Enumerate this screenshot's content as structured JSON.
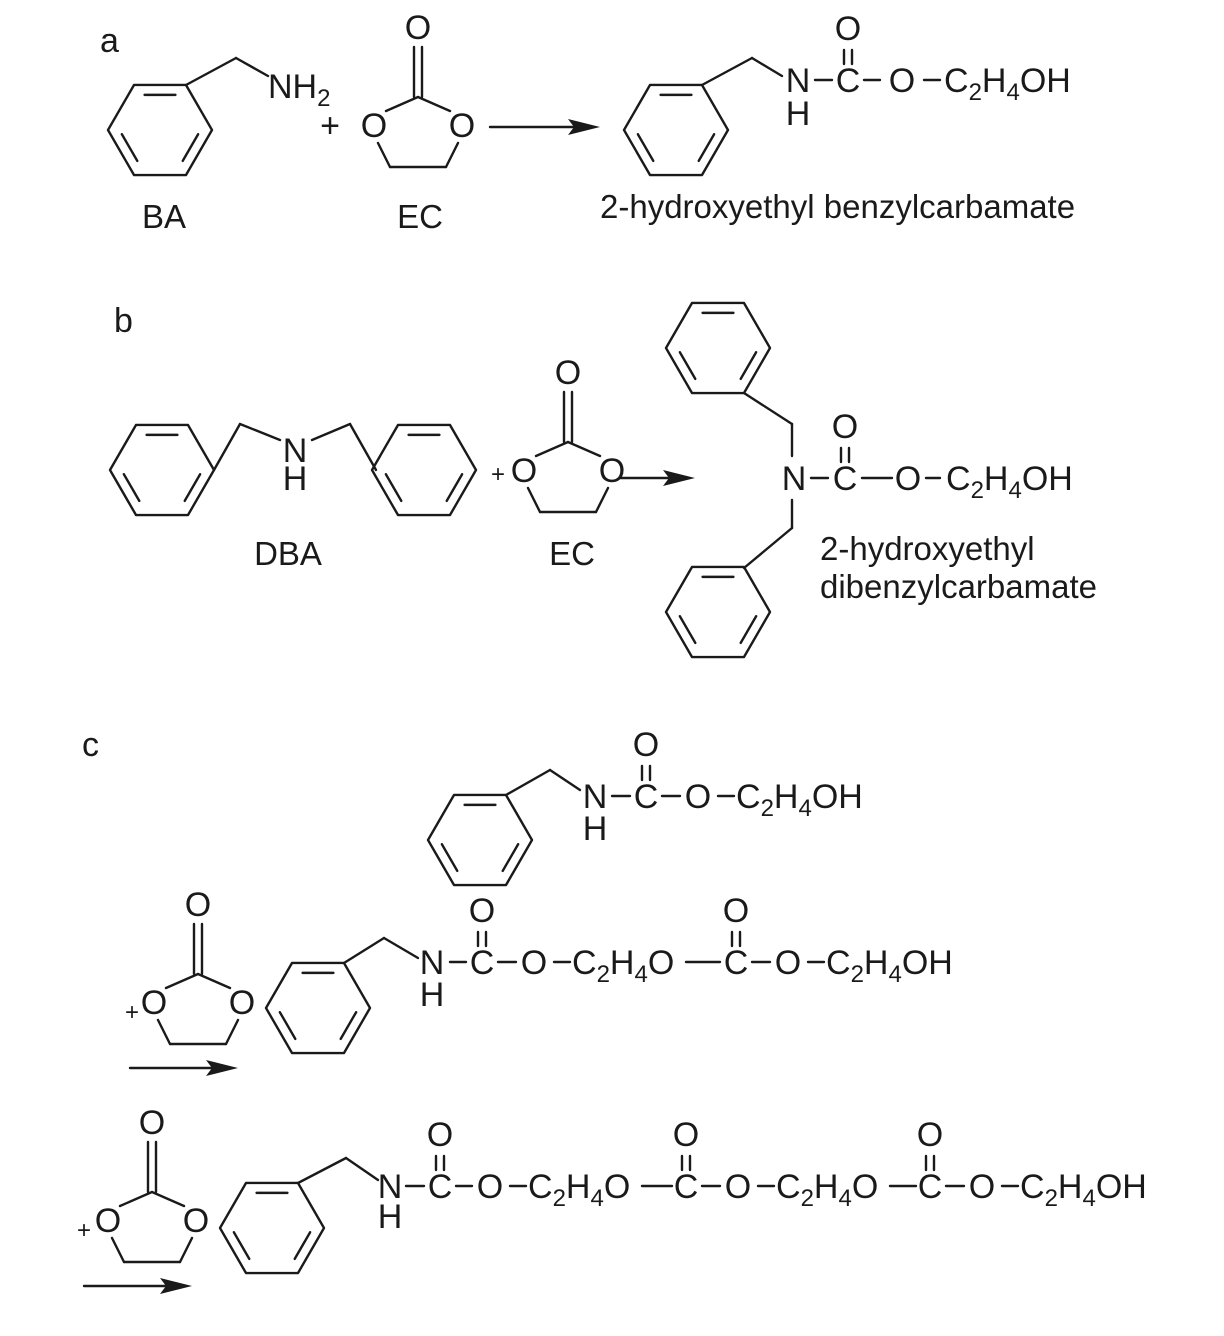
{
  "panels": {
    "a": {
      "label": "a",
      "reactant1_label": "BA",
      "reactant1_group": "NH",
      "reactant1_group_sub": "2",
      "plus": "+",
      "reactant2_label": "EC",
      "product_label": "2-hydroxyethyl benzylcarbamate"
    },
    "b": {
      "label": "b",
      "reactant1_label": "DBA",
      "plus": "+",
      "reactant2_label": "EC",
      "product_label_line1": "2-hydroxyethyl",
      "product_label_line2": "dibenzylcarbamate"
    },
    "c": {
      "label": "c",
      "plus": "+"
    }
  },
  "atoms": {
    "N": "N",
    "H": "H",
    "O": "O",
    "C": "C",
    "OH": "OH",
    "C2H4_C": "C",
    "C2H4_sub2": "2",
    "C2H4_H": "H",
    "C2H4_sub4": "4"
  }
}
